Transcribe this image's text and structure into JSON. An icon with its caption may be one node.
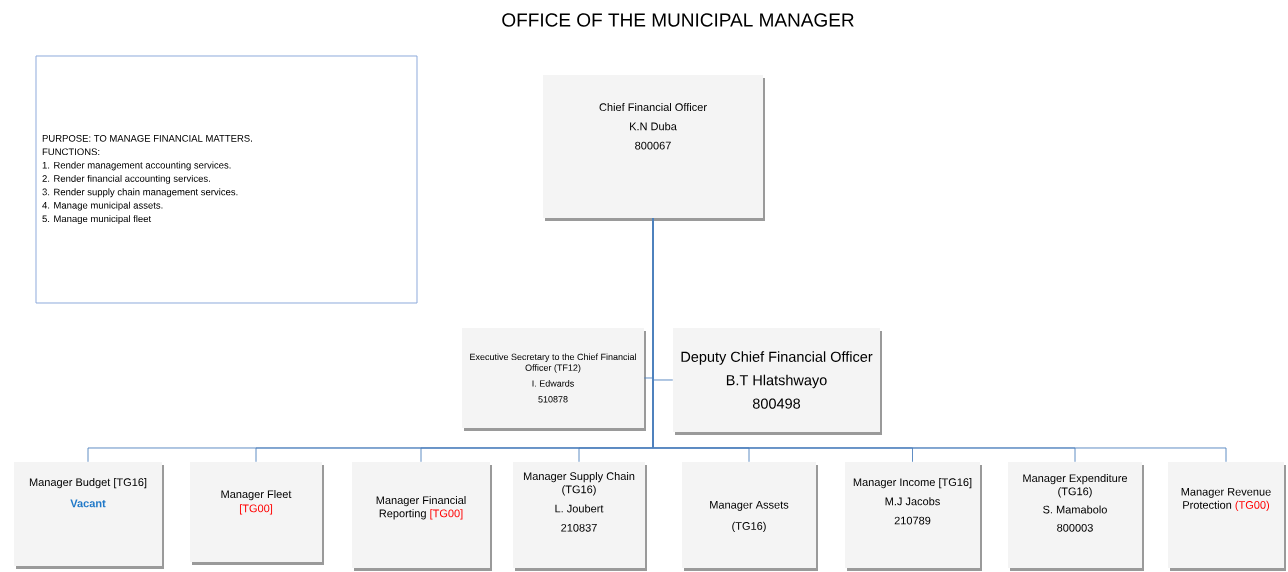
{
  "diagram": {
    "title": "OFFICE OF THE MUNICIPAL MANAGER",
    "nodes": [
      {
        "text": [
          "PURPOSE: TO MANAGE FINANCIAL MATTERS.",
          "FUNCTIONS:",
          "1. Render management accounting services.",
          "2. Render financial accounting services.",
          "3. Render supply chain management services.",
          "4. Manage municipal assets.",
          "5. Manage municipal fleet"
        ]
      },
      {
        "text": [
          "Chief Financial Officer",
          "K.N Duba",
          "800067"
        ]
      },
      {
        "text": [
          "Executive Secretary to the Chief Financial Officer (TF12)",
          "I. Edwards",
          "510878"
        ]
      },
      {
        "text": [
          "Deputy Chief Financial Officer",
          "B.T Hlatshwayo",
          "800498"
        ]
      },
      {
        "text": [
          "Manager Budget [TG16]",
          "Vacant"
        ]
      },
      {
        "text": [
          "Manager Fleet",
          "[TG00]"
        ]
      },
      {
        "text": [
          "Manager Financial Reporting",
          "[TG00]"
        ]
      },
      {
        "text": [
          "Manager Supply Chain (TG16)",
          "L. Joubert",
          "210837"
        ]
      },
      {
        "text": [
          "Manager Assets",
          "(TG16)"
        ]
      },
      {
        "text": [
          "Manager Income [TG16]",
          "M.J Jacobs",
          "210789"
        ]
      },
      {
        "text": [
          "Manager Expenditure (TG16)",
          "S. Mamabolo",
          "800003"
        ]
      },
      {
        "text": [
          "Manager Revenue Protection",
          "(TG00)"
        ]
      }
    ],
    "edges": [
      {
        "from": 1,
        "to": 2,
        "arrow": "none"
      },
      {
        "from": 1,
        "to": 3,
        "arrow": "none"
      },
      {
        "from": 1,
        "to": 4,
        "arrow": "none"
      },
      {
        "from": 1,
        "to": 5,
        "arrow": "none"
      },
      {
        "from": 1,
        "to": 6,
        "arrow": "none"
      },
      {
        "from": 1,
        "to": 7,
        "arrow": "none"
      },
      {
        "from": 1,
        "to": 8,
        "arrow": "none"
      },
      {
        "from": 1,
        "to": 9,
        "arrow": "none"
      },
      {
        "from": 1,
        "to": 10,
        "arrow": "none"
      },
      {
        "from": 1,
        "to": 11,
        "arrow": "none"
      }
    ]
  }
}
